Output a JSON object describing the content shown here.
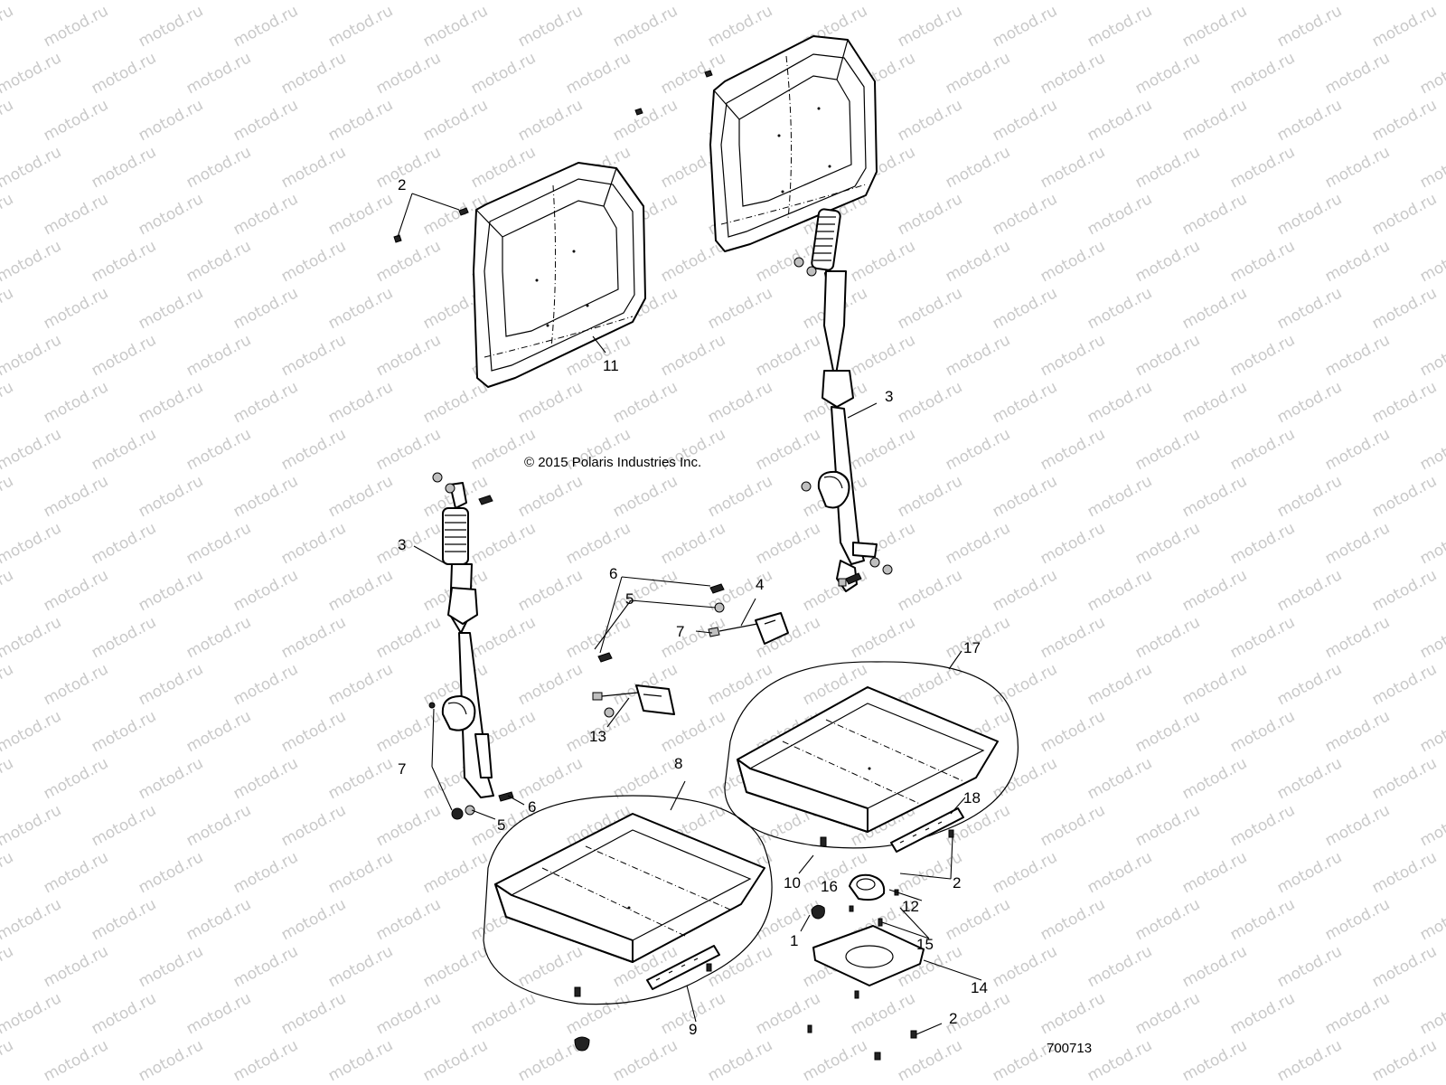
{
  "copyright": "© 2015 Polaris Industries Inc.",
  "diagram_number": "700713",
  "watermark": "motod.ru",
  "callouts": {
    "c1": "1",
    "c2a": "2",
    "c2b": "2",
    "c2c": "2",
    "c3a": "3",
    "c3b": "3",
    "c4": "4",
    "c5a": "5",
    "c5b": "5",
    "c6a": "6",
    "c6b": "6",
    "c7a": "7",
    "c7b": "7",
    "c8": "8",
    "c9": "9",
    "c10": "10",
    "c11": "11",
    "c12": "12",
    "c13": "13",
    "c14": "14",
    "c15": "15",
    "c16": "16",
    "c17": "17",
    "c18": "18"
  }
}
